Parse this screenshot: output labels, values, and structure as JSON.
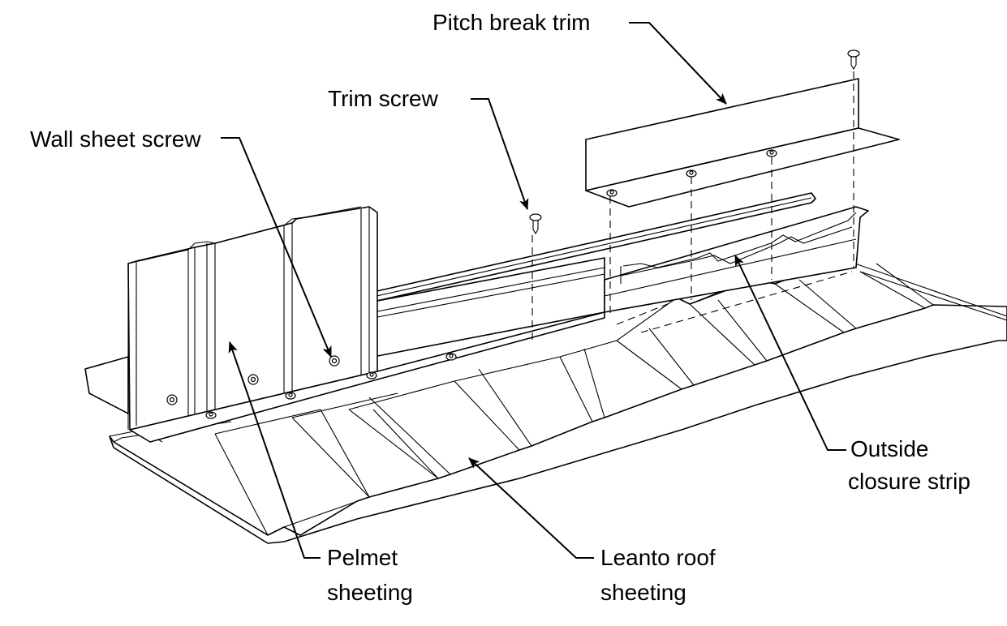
{
  "labels": {
    "pitch_break_trim": "Pitch break trim",
    "trim_screw": "Trim screw",
    "wall_sheet_screw": "Wall sheet screw",
    "outside_closure_strip": [
      "Outside",
      "closure strip"
    ],
    "pelmet_sheeting": [
      "Pelmet",
      "sheeting"
    ],
    "leanto_roof_sheeting": [
      "Leanto roof",
      "sheeting"
    ]
  },
  "icons": [
    "screw-icon",
    "arrow-icon"
  ],
  "colors": {
    "ink": "#000000",
    "paper": "#ffffff"
  }
}
